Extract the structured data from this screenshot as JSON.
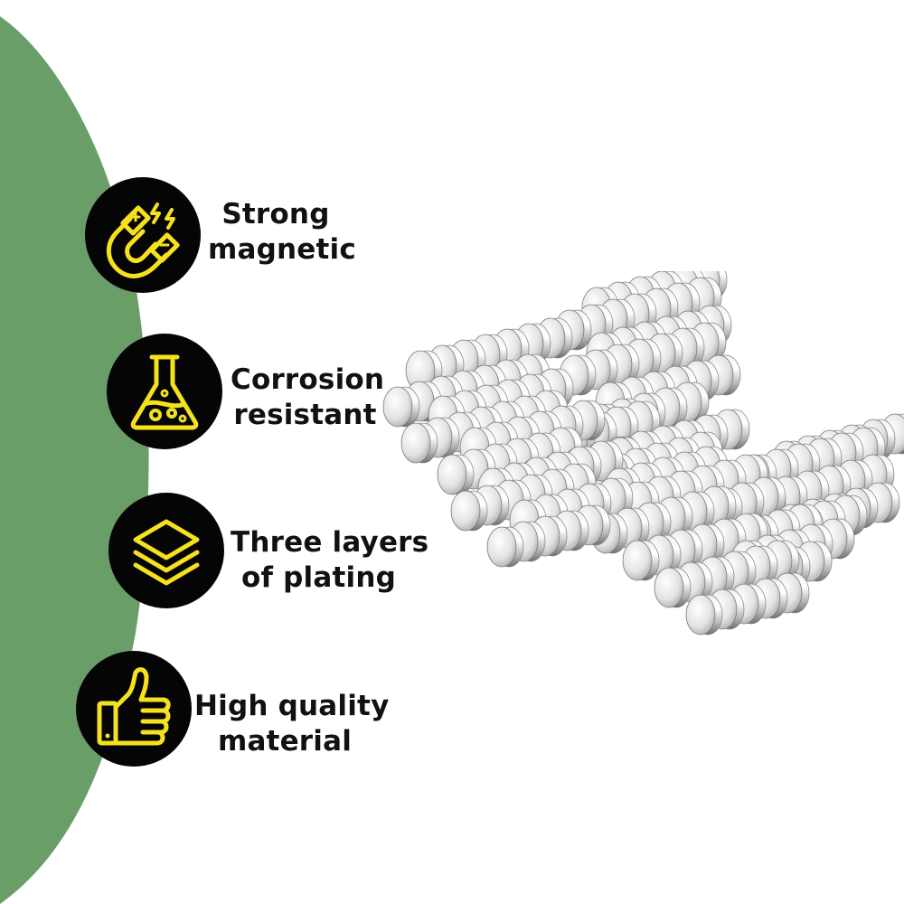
{
  "colors": {
    "green_panel": "#6a9e69",
    "badge_bg": "#050505",
    "icon_yellow": "#f5e11d",
    "text": "#111111"
  },
  "features": [
    {
      "icon": "magnet-icon",
      "line1": "Strong",
      "line2": "magnetic"
    },
    {
      "icon": "flask-icon",
      "line1": "Corrosion",
      "line2": "resistant"
    },
    {
      "icon": "layers-icon",
      "line1": "Three layers",
      "line2": "of plating"
    },
    {
      "icon": "thumbs-up-icon",
      "line1": "High quality",
      "line2": "material"
    }
  ],
  "product": {
    "description": "stacks of cylindrical silver magnets"
  }
}
